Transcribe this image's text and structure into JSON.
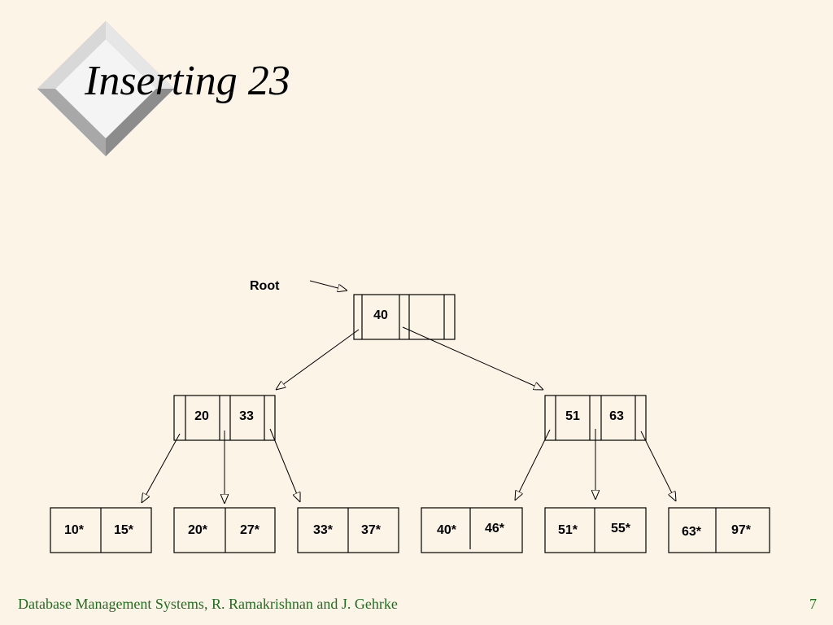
{
  "slide": {
    "title": "Inserting 23",
    "footer": "Database Management Systems, R. Ramakrishnan and J. Gehrke",
    "page_number": "7"
  },
  "tree": {
    "root_label": "Root",
    "root_node": {
      "keys": [
        "40",
        ""
      ]
    },
    "index_nodes": [
      {
        "keys": [
          "20",
          "33"
        ]
      },
      {
        "keys": [
          "51",
          "63"
        ]
      }
    ],
    "leaves": [
      [
        "10*",
        "15*"
      ],
      [
        "20*",
        "27*"
      ],
      [
        "33*",
        "37*"
      ],
      [
        "40*",
        "46*"
      ],
      [
        "51*",
        "55*"
      ],
      [
        "63*",
        "97*"
      ]
    ]
  },
  "colors": {
    "background": "#fdf4e8",
    "footer_text": "#1f6e1f",
    "logo_face": "#f4f4f4",
    "logo_edge": "#b0b0b0"
  },
  "icons": {
    "logo": "beveled-diamond-icon"
  }
}
